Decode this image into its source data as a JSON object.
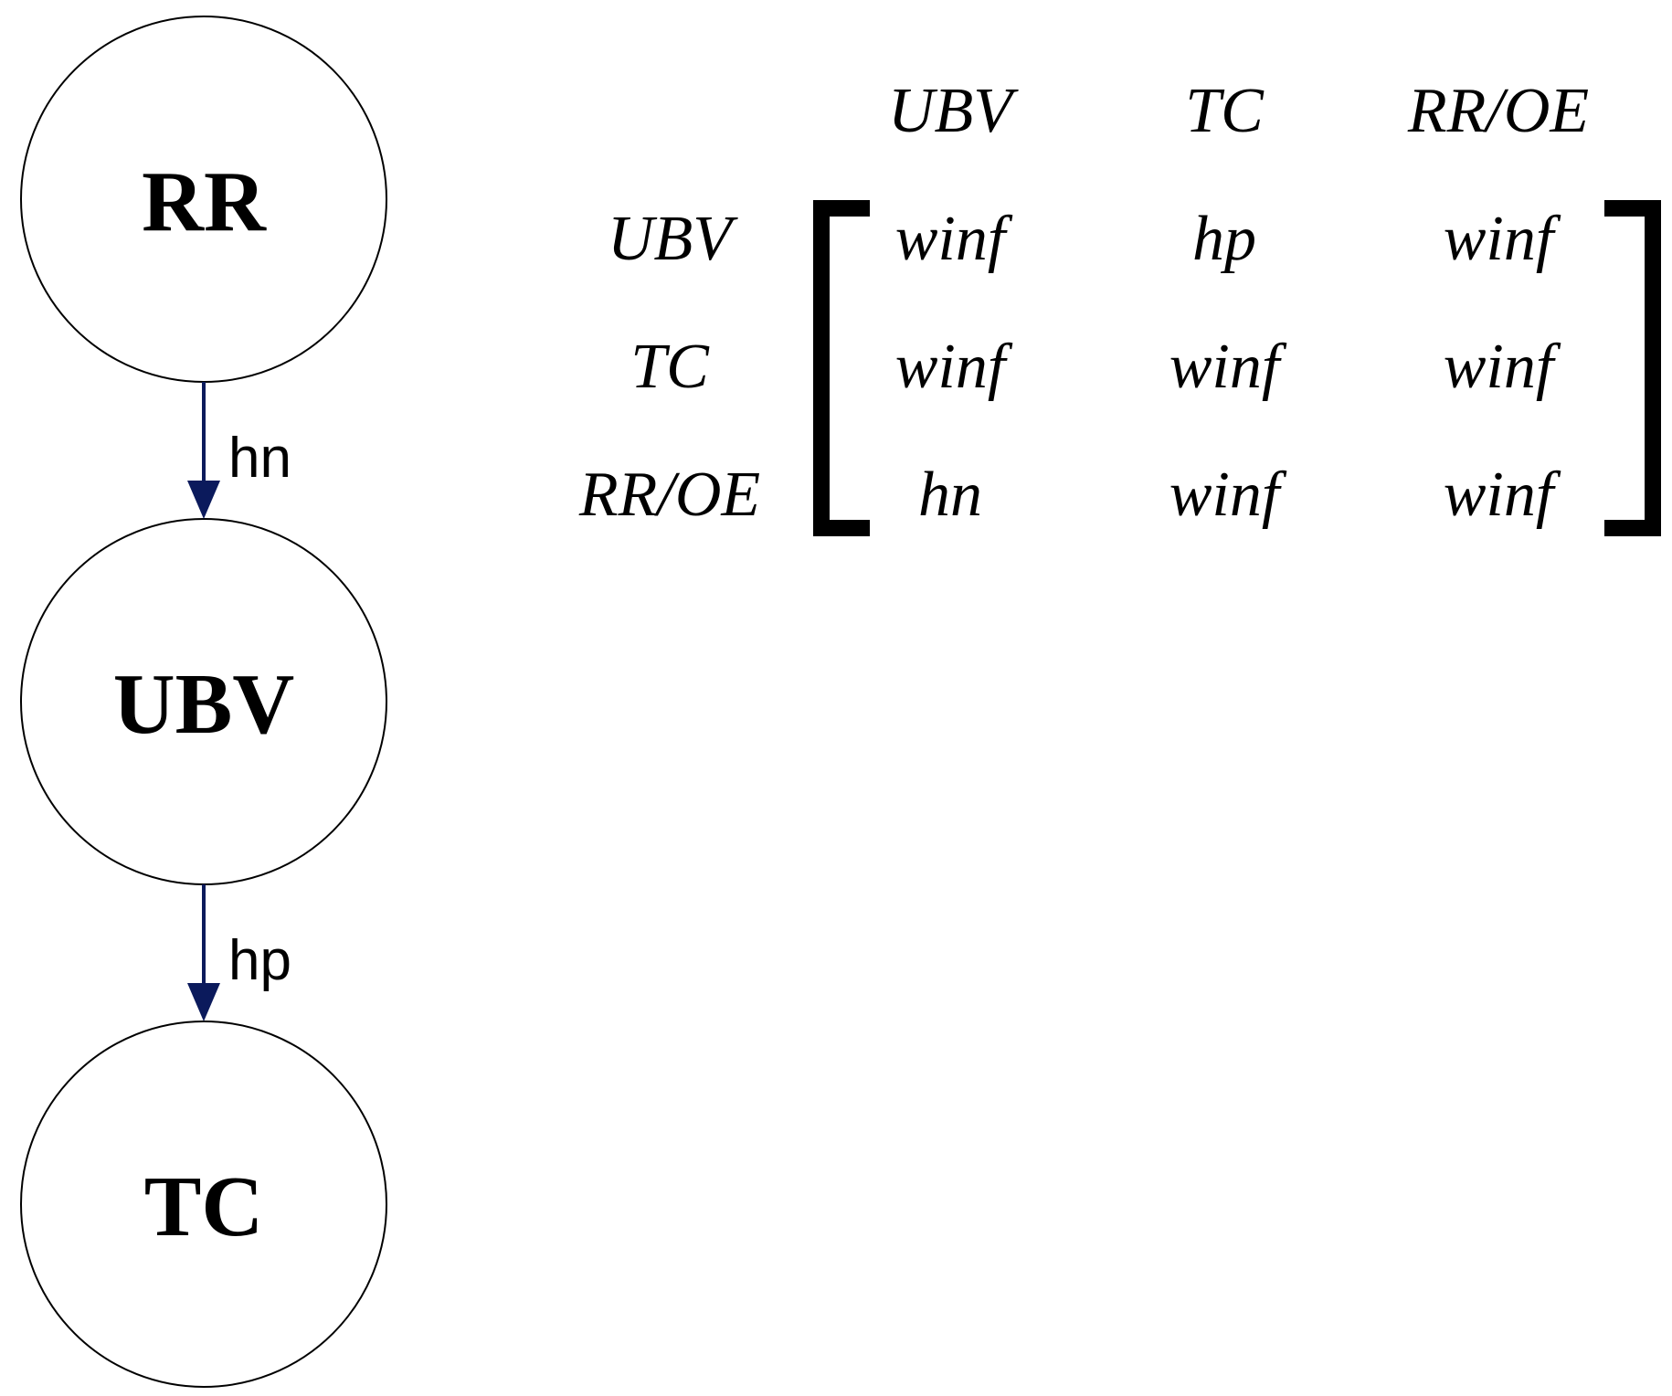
{
  "nodes": [
    {
      "id": "rr",
      "label": "RR"
    },
    {
      "id": "ubv",
      "label": "UBV"
    },
    {
      "id": "tc",
      "label": "TC"
    }
  ],
  "edges": [
    {
      "from": "rr",
      "to": "ubv",
      "label": "hn"
    },
    {
      "from": "ubv",
      "to": "tc",
      "label": "hp"
    }
  ],
  "colors": {
    "edge": "#0b1a5c"
  },
  "matrix": {
    "column_headers": [
      "UBV",
      "TC",
      "RR/OE"
    ],
    "row_headers": [
      "UBV",
      "TC",
      "RR/OE"
    ],
    "cells": [
      [
        "winf",
        "hp",
        "winf"
      ],
      [
        "winf",
        "winf",
        "winf"
      ],
      [
        "hn",
        "winf",
        "winf"
      ]
    ]
  }
}
